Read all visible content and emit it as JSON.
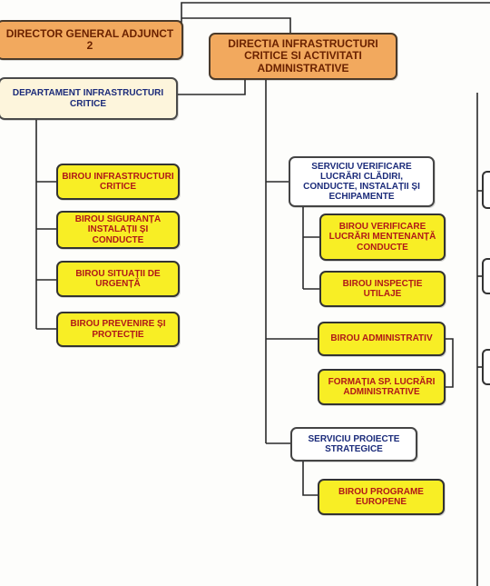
{
  "nodes": {
    "director_general": "DIRECTOR GENERAL ADJUNCT 2",
    "directia": "DIRECTIA INFRASTRUCTURI CRITICE SI ACTIVITATI ADMINISTRATIVE",
    "departament": "DEPARTAMENT INFRASTRUCTURI CRITICE",
    "birou_infrastructuri": "BIROU INFRASTRUCTURI CRITICE",
    "birou_siguranta": "BIROU SIGURANȚA INSTALAȚII ȘI CONDUCTE",
    "birou_situatii": "BIROU SITUAȚII DE URGENȚĂ",
    "birou_prevenire": "BIROU PREVENIRE ȘI PROTECȚIE",
    "serviciu_verificare": "SERVICIU VERIFICARE LUCRĂRI CLĂDIRI, CONDUCTE, INSTALAȚII ȘI ECHIPAMENTE",
    "birou_verificare": "BIROU VERIFICARE LUCRĂRI MENTENANȚĂ CONDUCTE",
    "birou_inspectie": "BIROU INSPECȚIE UTILAJE",
    "birou_administrativ": "BIROU ADMINISTRATIV",
    "formatia": "FORMAȚIA SP. LUCRĂRI ADMINISTRATIVE",
    "serviciu_proiecte": "SERVICIU PROIECTE STRATEGICE",
    "birou_programe": "BIROU PROGRAME EUROPENE"
  },
  "colors": {
    "orange": "#f2a95e",
    "cream": "#fdf5dc",
    "white": "#ffffff",
    "yellow": "#f8ee25",
    "red_text": "#b01818",
    "blue_text": "#1b2b7a"
  }
}
